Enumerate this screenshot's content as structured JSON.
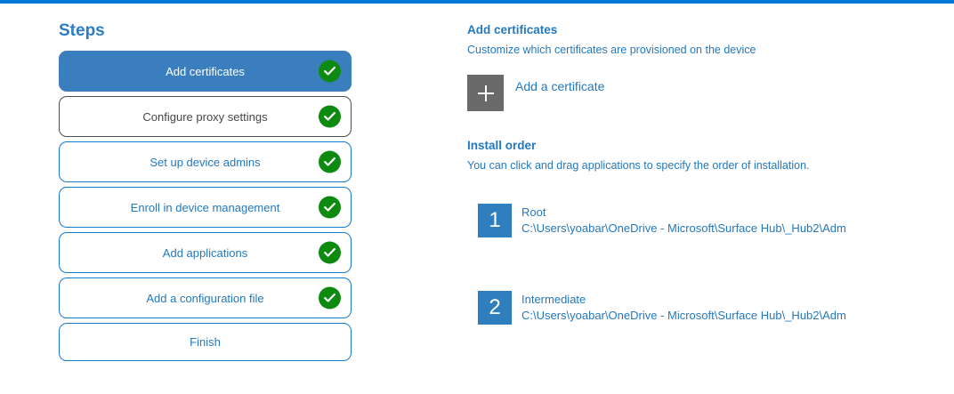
{
  "colors": {
    "accent_bar": "#0078d7",
    "active_step_fill": "#3a7ebd",
    "completed_green": "#0e8a10",
    "step_outline_blue": "#1879d0",
    "visited_step_gray": "#4f4f4f",
    "plus_tile_gray": "#6a6a6a",
    "number_tile_blue": "#2f7ebd"
  },
  "steps_panel": {
    "title": "Steps",
    "completed_icon": "check-circle-icon",
    "steps": [
      {
        "label": "Add certificates",
        "state": "active",
        "completed": true
      },
      {
        "label": "Configure proxy settings",
        "state": "visited",
        "completed": true
      },
      {
        "label": "Set up device admins",
        "state": "default",
        "completed": true
      },
      {
        "label": "Enroll in device management",
        "state": "default",
        "completed": true
      },
      {
        "label": "Add applications",
        "state": "default",
        "completed": true
      },
      {
        "label": "Add a configuration file",
        "state": "default",
        "completed": true
      },
      {
        "label": "Finish",
        "state": "default",
        "completed": false
      }
    ]
  },
  "content": {
    "section_title": "Add certificates",
    "section_subtitle": "Customize which certificates are provisioned on the device",
    "add_button": {
      "icon": "plus-icon",
      "label": "Add a certificate"
    },
    "install_order": {
      "title": "Install order",
      "subtitle": "You can click and drag applications to specify the order of installation.",
      "items": [
        {
          "number": "1",
          "name": "Root",
          "path": "C:\\Users\\yoabar\\OneDrive - Microsoft\\Surface Hub\\_Hub2\\Adm"
        },
        {
          "number": "2",
          "name": "Intermediate",
          "path": "C:\\Users\\yoabar\\OneDrive - Microsoft\\Surface Hub\\_Hub2\\Adm"
        }
      ]
    }
  }
}
